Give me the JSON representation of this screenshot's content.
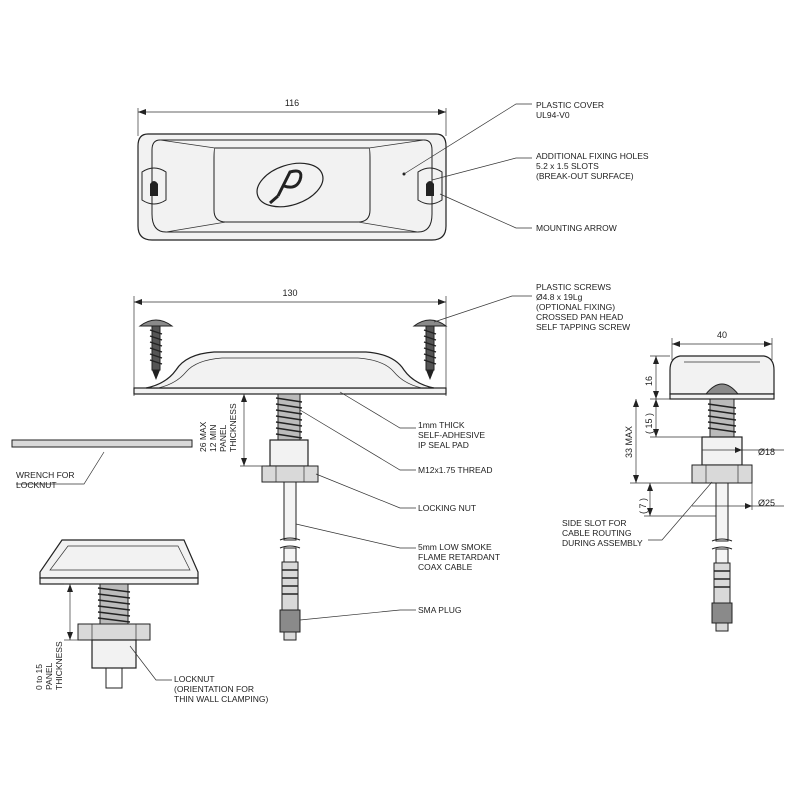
{
  "dimensions": {
    "top_width": "116",
    "side_width": "130",
    "right_width": "40",
    "right_height": "16",
    "right_15": "( 15 )",
    "right_33": "33 MAX",
    "right_7": "( 7 )",
    "dia_18": "Ø18",
    "dia_25": "Ø25",
    "panel_thickness": [
      "26 MAX",
      "12 MIN",
      "PANEL",
      "THICKNESS"
    ],
    "locknut_panel": [
      "0 to 15",
      "PANEL",
      "THICKNESS"
    ]
  },
  "labels": {
    "plastic_cover": [
      "PLASTIC COVER",
      "UL94-V0"
    ],
    "fixing_holes": [
      "ADDITIONAL FIXING HOLES",
      "5.2 x 1.5 SLOTS",
      "(BREAK-OUT SURFACE)"
    ],
    "mounting_arrow": "MOUNTING ARROW",
    "plastic_screws": [
      "PLASTIC SCREWS",
      "Ø4.8 x 19Lg",
      "(OPTIONAL FIXING)",
      "CROSSED PAN HEAD",
      "SELF TAPPING SCREW"
    ],
    "seal_pad": [
      "1mm THICK",
      "SELF-ADHESIVE",
      "IP SEAL PAD"
    ],
    "thread": "M12x1.75 THREAD",
    "locking_nut": "LOCKING NUT",
    "coax": [
      "5mm LOW SMOKE",
      "FLAME RETARDANT",
      "COAX CABLE"
    ],
    "sma_plug": "SMA PLUG",
    "wrench": [
      "WRENCH FOR",
      "LOCKNUT"
    ],
    "locknut": [
      "LOCKNUT",
      "(ORIENTATION FOR",
      "THIN WALL CLAMPING)"
    ],
    "side_slot": [
      "SIDE SLOT FOR",
      "CABLE ROUTING",
      "DURING ASSEMBLY"
    ]
  }
}
